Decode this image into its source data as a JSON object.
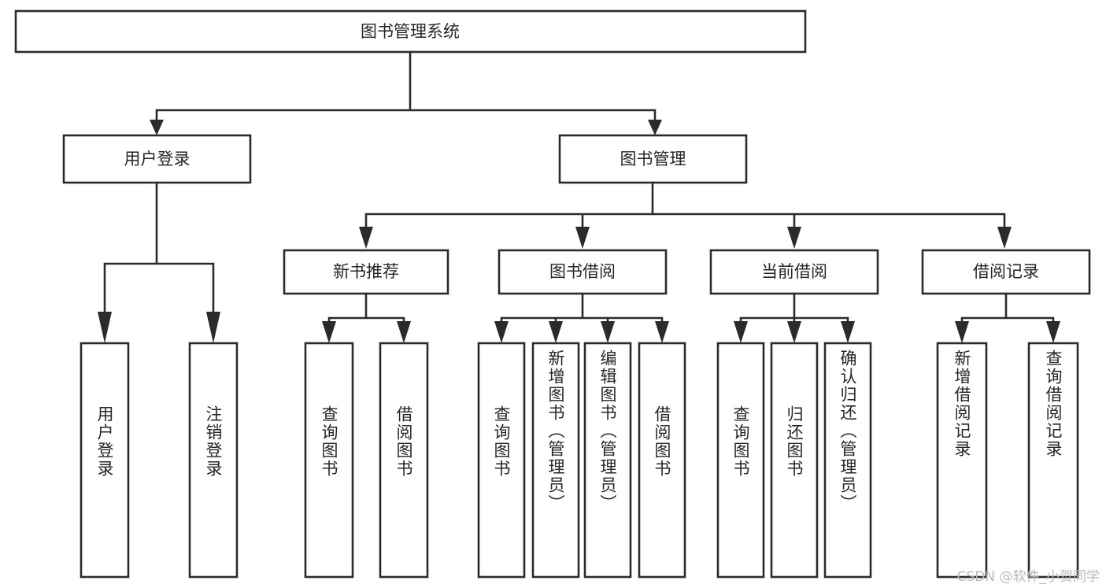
{
  "diagram": {
    "type": "tree",
    "title": "图书管理系统",
    "root": {
      "id": "root",
      "label": "图书管理系统",
      "orientation": "horizontal"
    },
    "level2": [
      {
        "id": "user-login",
        "label": "用户登录",
        "orientation": "horizontal"
      },
      {
        "id": "book-manage",
        "label": "图书管理",
        "orientation": "horizontal"
      }
    ],
    "level3": [
      {
        "id": "new-book-rec",
        "label": "新书推荐",
        "orientation": "horizontal",
        "parent": "book-manage"
      },
      {
        "id": "book-borrow",
        "label": "图书借阅",
        "orientation": "horizontal",
        "parent": "book-manage"
      },
      {
        "id": "current-borrow",
        "label": "当前借阅",
        "orientation": "horizontal",
        "parent": "book-manage"
      },
      {
        "id": "borrow-record",
        "label": "借阅记录",
        "orientation": "horizontal",
        "parent": "book-manage"
      }
    ],
    "leaves": [
      {
        "id": "leaf-user-login",
        "label": "用户登录",
        "parent": "user-login",
        "align": "center"
      },
      {
        "id": "leaf-logout",
        "label": "注销登录",
        "parent": "user-login",
        "align": "center"
      },
      {
        "id": "leaf-query-book-1",
        "label": "查询图书",
        "parent": "new-book-rec",
        "align": "center"
      },
      {
        "id": "leaf-borrow-book-1",
        "label": "借阅图书",
        "parent": "new-book-rec",
        "align": "center"
      },
      {
        "id": "leaf-query-book-2",
        "label": "查询图书",
        "parent": "book-borrow",
        "align": "center"
      },
      {
        "id": "leaf-add-book",
        "label": "新增图书（管理员）",
        "parent": "book-borrow",
        "align": "top"
      },
      {
        "id": "leaf-edit-book",
        "label": "编辑图书（管理员）",
        "parent": "book-borrow",
        "align": "top"
      },
      {
        "id": "leaf-borrow-book-2",
        "label": "借阅图书",
        "parent": "book-borrow",
        "align": "center"
      },
      {
        "id": "leaf-query-book-3",
        "label": "查询图书",
        "parent": "current-borrow",
        "align": "center"
      },
      {
        "id": "leaf-return-book",
        "label": "归还图书",
        "parent": "current-borrow",
        "align": "center"
      },
      {
        "id": "leaf-confirm-return",
        "label": "确认归还（管理员）",
        "parent": "current-borrow",
        "align": "top"
      },
      {
        "id": "leaf-add-record",
        "label": "新增借阅记录",
        "parent": "borrow-record",
        "align": "center"
      },
      {
        "id": "leaf-query-record",
        "label": "查询借阅记录",
        "parent": "borrow-record",
        "align": "center"
      }
    ],
    "colors": {
      "stroke": "#2b2b2b",
      "fill": "#ffffff",
      "text": "#262626",
      "watermark": "#b9b9b9",
      "background": "#ffffff"
    }
  },
  "watermark": {
    "text": "CSDN @软件_小贺同学"
  }
}
